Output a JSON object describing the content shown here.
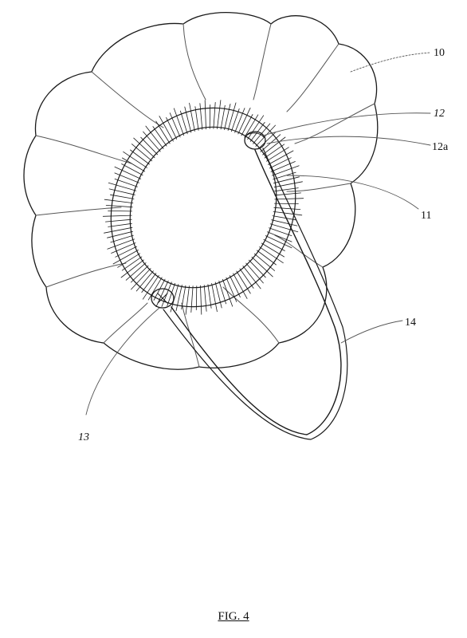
{
  "figure": {
    "caption": "FIG. 4",
    "labels": {
      "ref_10": "10",
      "ref_12": "12",
      "ref_12a": "12a",
      "ref_11": "11",
      "ref_14": "14",
      "ref_13": "13"
    }
  }
}
